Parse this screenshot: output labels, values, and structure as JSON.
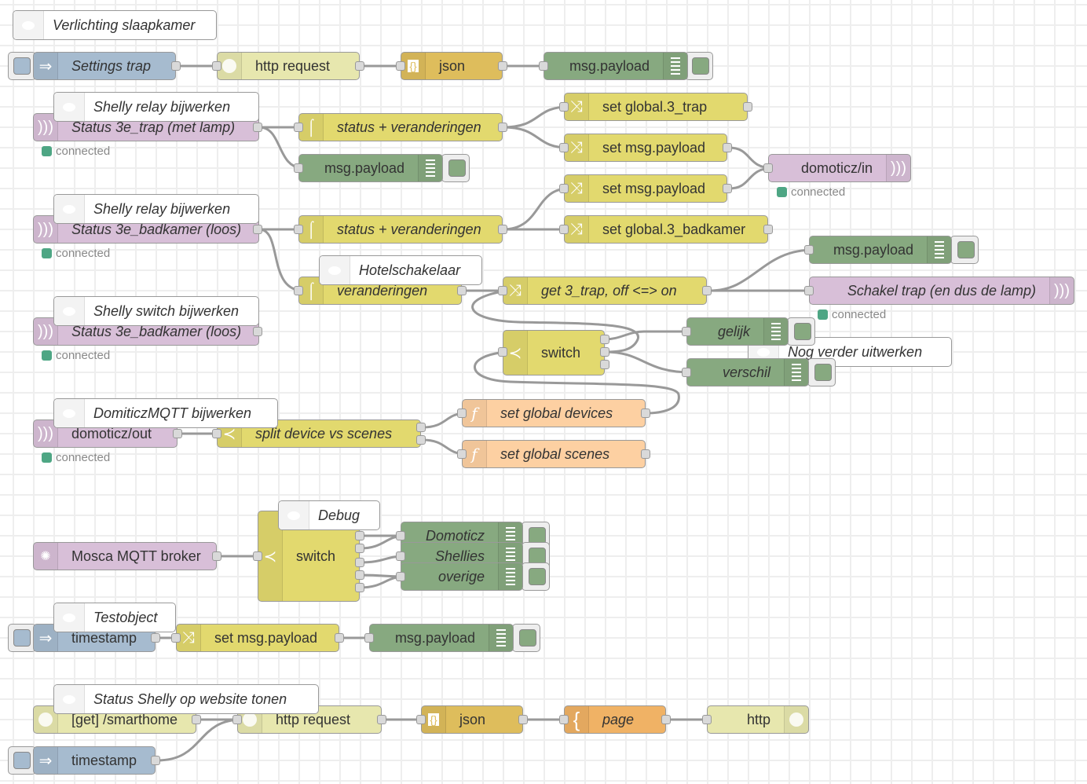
{
  "canvas": {
    "comments": [
      {
        "id": "c1",
        "label": "Verlichting slaapkamer"
      },
      {
        "id": "c2",
        "label": "Shelly relay bijwerken"
      },
      {
        "id": "c3",
        "label": "Shelly relay bijwerken"
      },
      {
        "id": "c4",
        "label": "Shelly switch bijwerken"
      },
      {
        "id": "c5",
        "label": "DomiticzMQTT bijwerken"
      },
      {
        "id": "c6",
        "label": "Hotelschakelaar"
      },
      {
        "id": "c7",
        "label": "Nog verder uitwerken"
      },
      {
        "id": "c8",
        "label": "Debug"
      },
      {
        "id": "c9",
        "label": "Testobject"
      },
      {
        "id": "c10",
        "label": "Status Shelly op website tonen"
      }
    ],
    "nodes": {
      "settings_trap": {
        "label": "Settings trap",
        "type": "inject",
        "icon": "arrow-in-icon"
      },
      "http_request_1": {
        "label": "http request",
        "type": "http request",
        "icon": "globe-icon"
      },
      "json_1": {
        "label": "json",
        "type": "json",
        "icon": "braces-icon"
      },
      "debug_1": {
        "label": "msg.payload",
        "type": "debug",
        "icon": "debug-lines-icon"
      },
      "mqtt_trap": {
        "label": "Status 3e_trap (met lamp)",
        "type": "mqtt in",
        "icon": "mqtt-wave-icon",
        "status": "connected"
      },
      "filter_trap": {
        "label": "status + veranderingen",
        "type": "rbe",
        "icon": "filter-icon"
      },
      "debug_2": {
        "label": "msg.payload",
        "type": "debug"
      },
      "set_global_trap": {
        "label": "set global.3_trap",
        "type": "change",
        "icon": "shuffle-icon"
      },
      "set_payload_1": {
        "label": "set msg.payload",
        "type": "change"
      },
      "set_payload_2": {
        "label": "set msg.payload",
        "type": "change"
      },
      "domoticz_in": {
        "label": "domoticz/in",
        "type": "mqtt out",
        "status": "connected"
      },
      "mqtt_badkamer": {
        "label": "Status 3e_badkamer (loos)",
        "type": "mqtt in",
        "status": "connected"
      },
      "filter_badkamer": {
        "label": "status + veranderingen",
        "type": "rbe"
      },
      "set_global_badkamer": {
        "label": "set global.3_badkamer",
        "type": "change"
      },
      "filter_veranderingen": {
        "label": "veranderingen",
        "type": "rbe"
      },
      "get_trap": {
        "label": "get 3_trap, off <=> on",
        "type": "change"
      },
      "debug_3": {
        "label": "msg.payload",
        "type": "debug"
      },
      "schakel_trap": {
        "label": "Schakel trap (en dus de lamp)",
        "type": "mqtt out",
        "status": "connected"
      },
      "switch_1": {
        "label": "switch",
        "type": "switch",
        "icon": "switch-icon"
      },
      "debug_gelijk": {
        "label": "gelijk",
        "type": "debug"
      },
      "debug_verschil": {
        "label": "verschil",
        "type": "debug"
      },
      "mqtt_switch_badkamer": {
        "label": "Status 3e_badkamer (loos)",
        "type": "mqtt in",
        "status": "connected"
      },
      "domoticz_out": {
        "label": "domoticz/out",
        "type": "mqtt in",
        "status": "connected"
      },
      "split": {
        "label": "split device vs scenes",
        "type": "switch"
      },
      "set_global_devices": {
        "label": "set global devices",
        "type": "function",
        "icon": "function-icon"
      },
      "set_global_scenes": {
        "label": "set global scenes",
        "type": "function"
      },
      "mosca": {
        "label": "Mosca MQTT broker",
        "type": "mosca",
        "icon": "mosca-icon"
      },
      "switch_debug": {
        "label": "switch",
        "type": "switch"
      },
      "debug_domoticz": {
        "label": "Domoticz",
        "type": "debug"
      },
      "debug_shellies": {
        "label": "Shellies",
        "type": "debug"
      },
      "debug_overige": {
        "label": "overige",
        "type": "debug"
      },
      "timestamp_1": {
        "label": "timestamp",
        "type": "inject"
      },
      "set_payload_3": {
        "label": "set msg.payload",
        "type": "change"
      },
      "debug_4": {
        "label": "msg.payload",
        "type": "debug"
      },
      "http_in": {
        "label": "[get] /smarthome",
        "type": "http in"
      },
      "http_request_2": {
        "label": "http request",
        "type": "http request"
      },
      "json_2": {
        "label": "json",
        "type": "json"
      },
      "template_page": {
        "label": "page",
        "type": "template",
        "icon": "template-icon"
      },
      "http_response": {
        "label": "http",
        "type": "http response"
      },
      "timestamp_2": {
        "label": "timestamp",
        "type": "inject"
      }
    }
  },
  "colors": {
    "inject": "#a6bbcf",
    "http": "#e7e7ae",
    "json": "#debd5c",
    "debug": "#87a980",
    "mqtt": "#d8bfd8",
    "change": "#e2d96e",
    "function": "#fdd0a2",
    "template": "#f0b265",
    "status_connected": "#4ea684",
    "wire": "#999999",
    "grid": "#eeeeee"
  }
}
